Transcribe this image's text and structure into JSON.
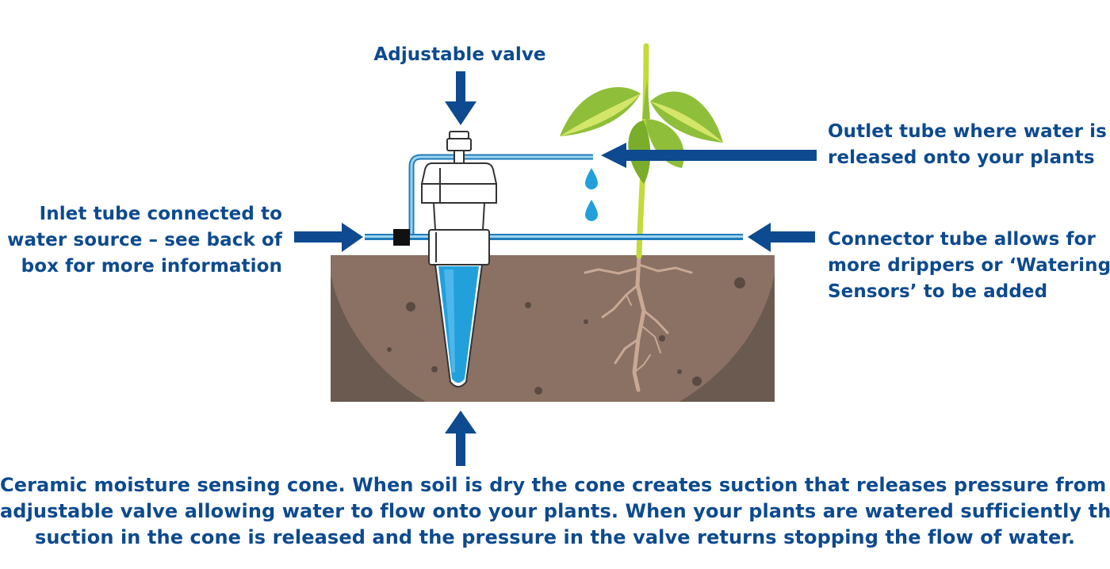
{
  "colors": {
    "label_blue": "#0d4a8f",
    "arrow_blue": "#0d4a8f",
    "water_blue": "#22a0dc",
    "soil": "#8a7164",
    "soil_dark": "#6a5a50",
    "leaf_green": "#8fbf3a",
    "stem_green": "#c4da3a",
    "root": "#c9a894",
    "valve_body": "#ffffff",
    "valve_outline": "#333333",
    "connector_black": "#111111"
  },
  "icons": [
    "down-arrow-icon",
    "left-arrow-icon",
    "right-arrow-icon",
    "up-arrow-icon",
    "water-drop-icon",
    "plant-icon",
    "valve-icon",
    "cone-icon"
  ],
  "labels": {
    "adjustable_valve": "Adjustable valve",
    "outlet": {
      "line1": "Outlet tube where water is",
      "line2": "released onto your plants"
    },
    "inlet": {
      "line1": "Inlet tube connected to",
      "line2": "water source – see back of",
      "line3": "box for more information"
    },
    "connector": {
      "line1": "Connector tube allows for",
      "line2": "more drippers or ‘Watering",
      "line3": "Sensors’ to be added"
    },
    "cone": {
      "line1": "Ceramic moisture sensing cone. When soil is dry the cone creates suction that releases pressure from the",
      "line2": "adjustable valve allowing water to flow onto your plants. When your plants are watered sufficiently the",
      "line3": "suction in the cone is released and the pressure in the valve returns stopping the flow of water."
    }
  }
}
